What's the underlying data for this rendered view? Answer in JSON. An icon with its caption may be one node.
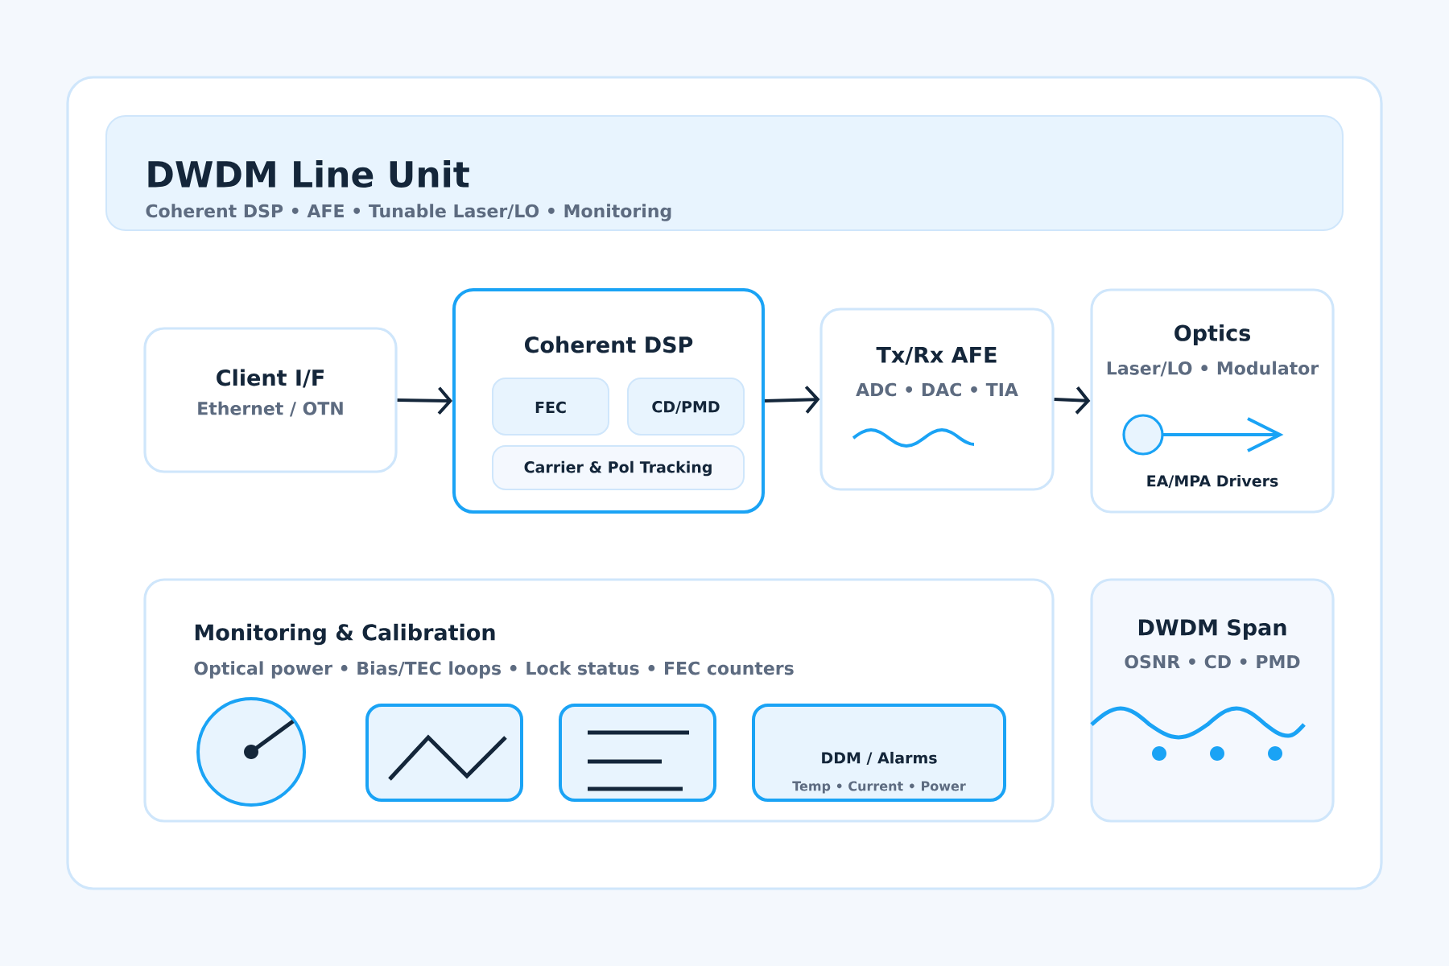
{
  "diagram": {
    "nodes": [
      {
        "text": [
          "DWDM Line Unit",
          "Coherent DSP • AFE • Tunable Laser/LO • Monitoring"
        ]
      },
      {
        "text": [
          "Client I/F",
          "Ethernet / OTN"
        ]
      },
      {
        "text": [
          "Coherent DSP"
        ]
      },
      {
        "text": [
          "FEC"
        ],
        "in": 2
      },
      {
        "text": [
          "CD/PMD"
        ],
        "in": 2
      },
      {
        "text": [
          "Carrier & Pol Tracking"
        ],
        "in": 2
      },
      {
        "text": [
          "Tx/Rx AFE",
          "ADC • DAC • TIA"
        ]
      },
      {
        "text": [
          "Optics",
          "Laser/LO • Modulator",
          "EA/MPA Drivers"
        ]
      },
      {
        "text": [
          "Monitoring & Calibration",
          "Optical power • Bias/TEC loops • Lock status • FEC counters"
        ]
      },
      {
        "text": [],
        "shape": "circle",
        "in": 8
      },
      {
        "text": [],
        "shape": "box",
        "in": 8
      },
      {
        "text": [],
        "shape": "box",
        "in": 8
      },
      {
        "text": [
          "DDM / Alarms",
          "Temp • Current • Power"
        ],
        "in": 8
      },
      {
        "text": [
          "DWDM Span",
          "OSNR • CD • PMD"
        ]
      }
    ],
    "edges": [
      {
        "from": 1,
        "to": 2,
        "arrow": "to"
      },
      {
        "from": 2,
        "to": 6,
        "arrow": "to"
      },
      {
        "from": 6,
        "to": 7,
        "arrow": "to"
      }
    ]
  }
}
